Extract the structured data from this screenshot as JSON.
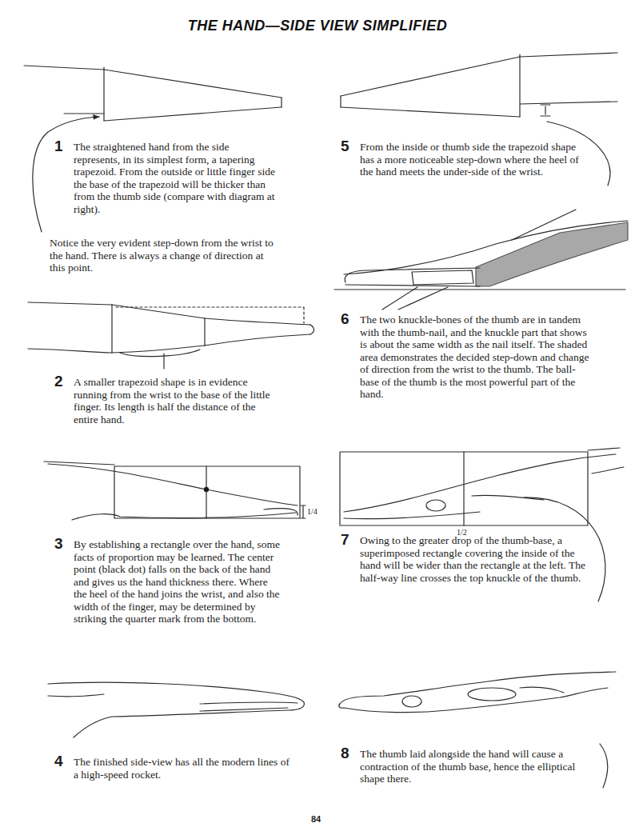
{
  "diagram": {
    "title": "THE HAND—SIDE VIEW SIMPLIFIED",
    "labels": [
      "1",
      "The straightened hand from the side represents, in its simplest form, a tapering trapezoid. From the outside or little finger side the base of the trapezoid will be thicker than from the thumb side (compare with diagram at right).",
      "Notice the very evident step-down from the wrist to the hand. There is always a change of direction at this point.",
      "5",
      "From the inside or thumb side the trapezoid shape has a more noticeable step-down where the heel of the hand meets the under-side of the wrist.",
      "2",
      "A smaller trapezoid shape is in evidence running from the wrist to the base of the little finger. Its length is half the distance of the entire hand.",
      "6",
      "The two knuckle-bones of the thumb are in tandem with the thumb-nail, and the knuckle part that shows is about the same width as the nail itself. The shaded area demonstrates the decided step-down and change of direction from the wrist to the thumb. The ball-base of the thumb is the most powerful part of the hand.",
      "3",
      "By establishing a rectangle over the hand, some facts of proportion may be learned. The center point (black dot) falls on the back of the hand and gives us the hand thickness there. Where the heel of the hand joins the wrist, and also the width of the finger, may be determined by striking the quarter mark from the bottom.",
      "1/4",
      "7",
      "Owing to the greater drop of the thumb-base, a superimposed rectangle covering the inside of the hand will be wider than the rectangle at the left. The half-way line crosses the top knuckle of the thumb.",
      "1/2",
      "4",
      "The finished side-view has all the modern lines of a high-speed rocket.",
      "8",
      "The thumb laid alongside the hand will cause a contraction of the thumb base, hence the elliptical shape there.",
      "84"
    ]
  }
}
